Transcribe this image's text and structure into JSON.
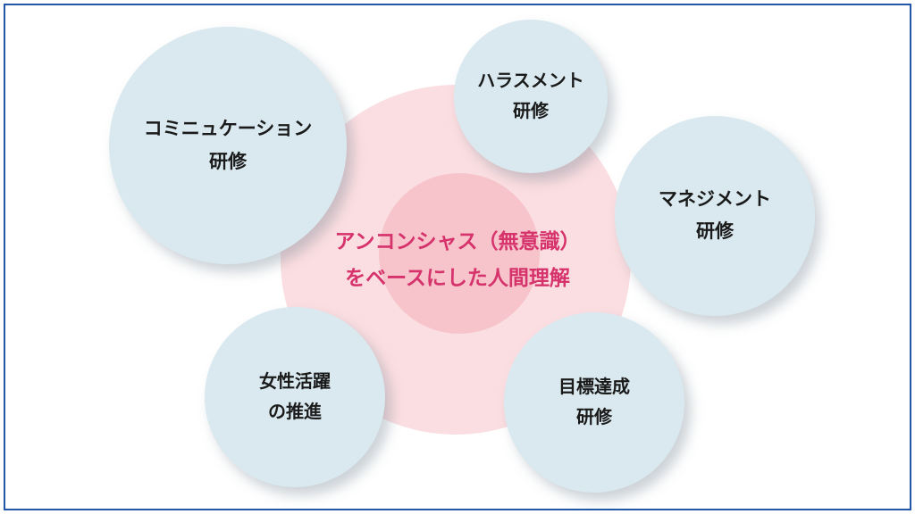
{
  "diagram": {
    "center": {
      "line1": "アンコンシャス（無意識）",
      "line2": "をベースにした人間理解"
    },
    "bubbles": [
      {
        "name": "communication",
        "line1": "コミニュケーション",
        "line2": "研修"
      },
      {
        "name": "harassment",
        "line1": "ハラスメント",
        "line2": "研修"
      },
      {
        "name": "management",
        "line1": "マネジメント",
        "line2": "研修"
      },
      {
        "name": "women-empowerment",
        "line1": "女性活躍",
        "line2": "の推進"
      },
      {
        "name": "goal-achievement",
        "line1": "目標達成",
        "line2": "研修"
      }
    ],
    "colors": {
      "frame_border": "#2257a7",
      "bubble_fill": "#d9e9ef",
      "outer_pink": "#fbdee1",
      "inner_pink": "#f6c4ca",
      "center_text": "#d6336c",
      "bubble_text": "#1a1a1a"
    }
  }
}
